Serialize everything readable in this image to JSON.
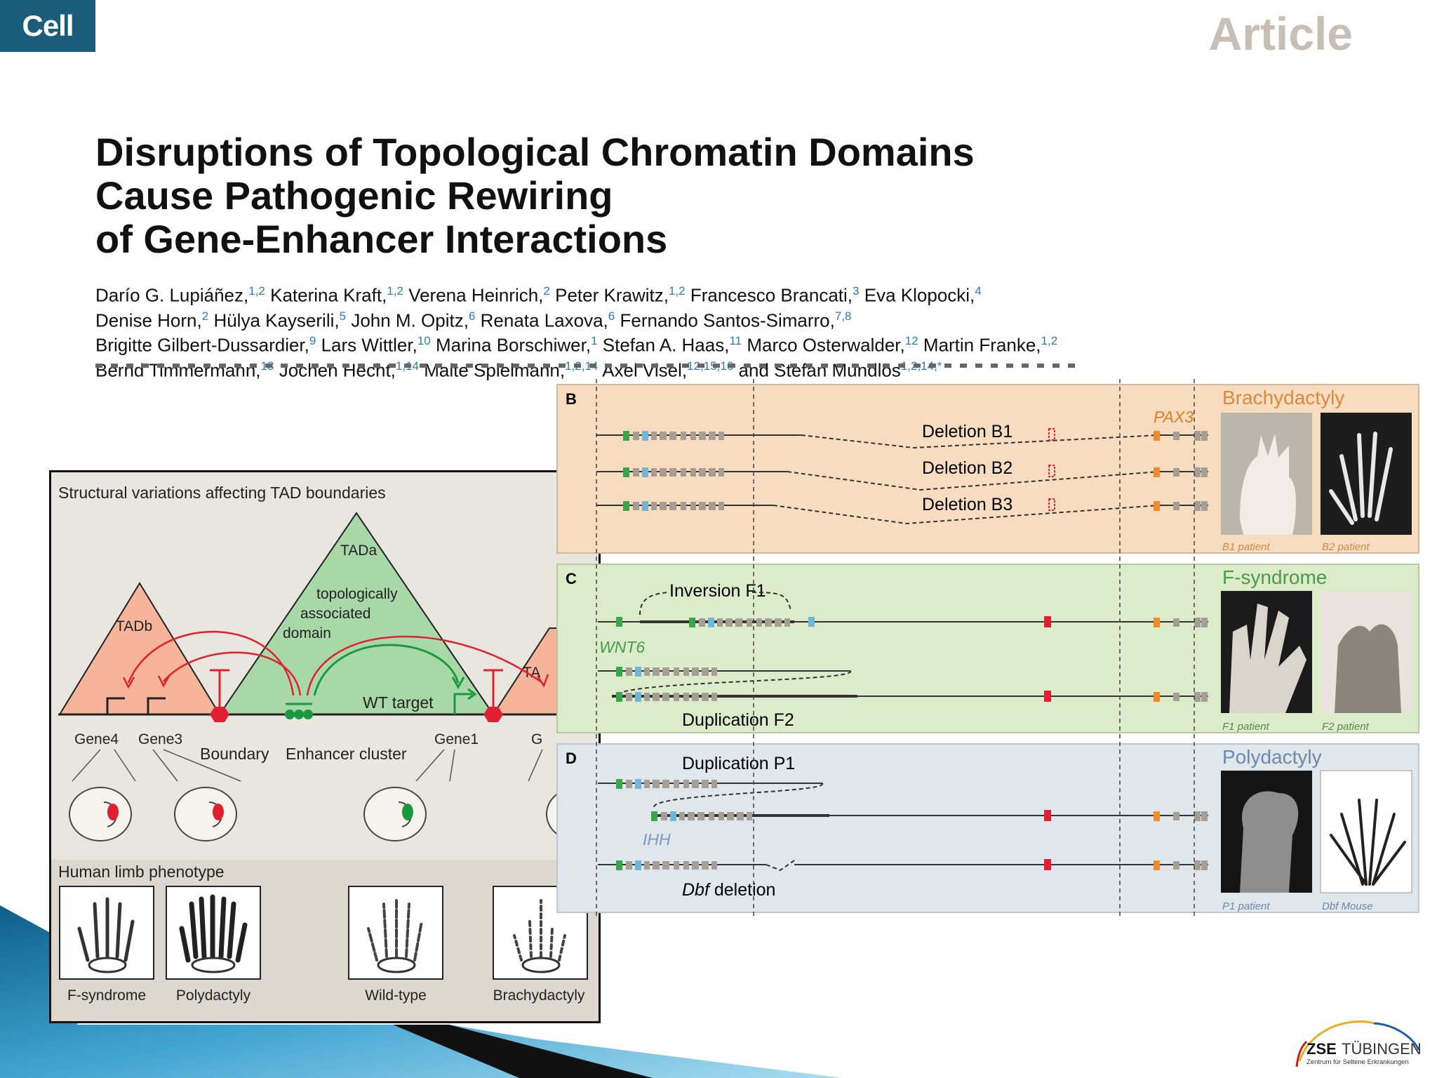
{
  "header": {
    "journal_logo": "Cell",
    "article_type": "Article"
  },
  "title_lines": [
    "Disruptions of Topological Chromatin Domains",
    "Cause Pathogenic Rewiring",
    "of Gene-Enhancer Interactions"
  ],
  "authors": [
    {
      "name": "Darío G. Lupiáñez,",
      "aff": "1,2"
    },
    {
      "name": "Katerina Kraft,",
      "aff": "1,2"
    },
    {
      "name": "Verena Heinrich,",
      "aff": "2"
    },
    {
      "name": "Peter Krawitz,",
      "aff": "1,2"
    },
    {
      "name": "Francesco Brancati,",
      "aff": "3"
    },
    {
      "name": "Eva Klopocki,",
      "aff": "4"
    },
    {
      "name": "Denise Horn,",
      "aff": "2"
    },
    {
      "name": "Hülya Kayserili,",
      "aff": "5"
    },
    {
      "name": "John M. Opitz,",
      "aff": "6"
    },
    {
      "name": "Renata Laxova,",
      "aff": "6"
    },
    {
      "name": "Fernando Santos-Simarro,",
      "aff": "7,8"
    },
    {
      "name": "Brigitte Gilbert-Dussardier,",
      "aff": "9"
    },
    {
      "name": "Lars Wittler,",
      "aff": "10"
    },
    {
      "name": "Marina Borschiwer,",
      "aff": "1"
    },
    {
      "name": "Stefan A. Haas,",
      "aff": "11"
    },
    {
      "name": "Marco Osterwalder,",
      "aff": "12"
    },
    {
      "name": "Martin Franke,",
      "aff": "1,2"
    },
    {
      "name": "Bernd Timmermann,",
      "aff": "13"
    },
    {
      "name": "Jochen Hecht,",
      "aff": "1,14"
    },
    {
      "name": "Malte Spielmann,",
      "aff": "1,2,14"
    },
    {
      "name": "Axel Visel,",
      "aff": "12,15,16"
    },
    {
      "name": "and Stefan Mundlos",
      "aff": "1,2,14,*"
    }
  ],
  "left_figure": {
    "heading": "Structural variations affecting TAD boundaries",
    "tada_label": "TADa",
    "tad_desc_lines": [
      "topologically",
      "associated",
      "domain"
    ],
    "tadb_label": "TADb",
    "tad_partial_label": "TA",
    "gene4": "Gene4",
    "gene3": "Gene3",
    "gene1": "Gene1",
    "gene_partial": "G",
    "boundary": "Boundary",
    "enhancer_cluster": "Enhancer cluster",
    "wt_target": "WT target",
    "phenotype_heading": "Human limb phenotype",
    "phenotypes": [
      "F-syndrome",
      "Polydactyly",
      "Wild-type",
      "Brachydactyly"
    ],
    "colors": {
      "tad_orange": "#f6b59a",
      "tad_green": "#a8d8a8",
      "red": "#e02030",
      "green": "#1a9a40"
    }
  },
  "right_figure": {
    "panel_b": {
      "letter": "B",
      "disease": "Brachydactyly",
      "gene": "PAX3",
      "deletions": [
        "Deletion B1",
        "Deletion B2",
        "Deletion B3"
      ],
      "photo_captions": [
        "B1 patient",
        "B2 patient"
      ],
      "bg": "#f7dcbf"
    },
    "panel_c": {
      "letter": "C",
      "disease": "F-syndrome",
      "gene": "WNT6",
      "inversion": "Inversion F1",
      "duplication": "Duplication F2",
      "photo_captions": [
        "F1 patient",
        "F2 patient"
      ],
      "bg": "#dcebc9"
    },
    "panel_d": {
      "letter": "D",
      "disease": "Polydactyly",
      "gene": "IHH",
      "duplication": "Duplication P1",
      "deletion_italic": "Dbf",
      "deletion_rest": " deletion",
      "photo_captions": [
        "P1 patient",
        "Dbf Mouse"
      ],
      "bg": "#dfe6ec"
    }
  },
  "footer_logo": {
    "zse": "ZSE",
    "city": "TÜBINGEN",
    "subtitle": "Zentrum für Seltene Erkrankungen"
  }
}
